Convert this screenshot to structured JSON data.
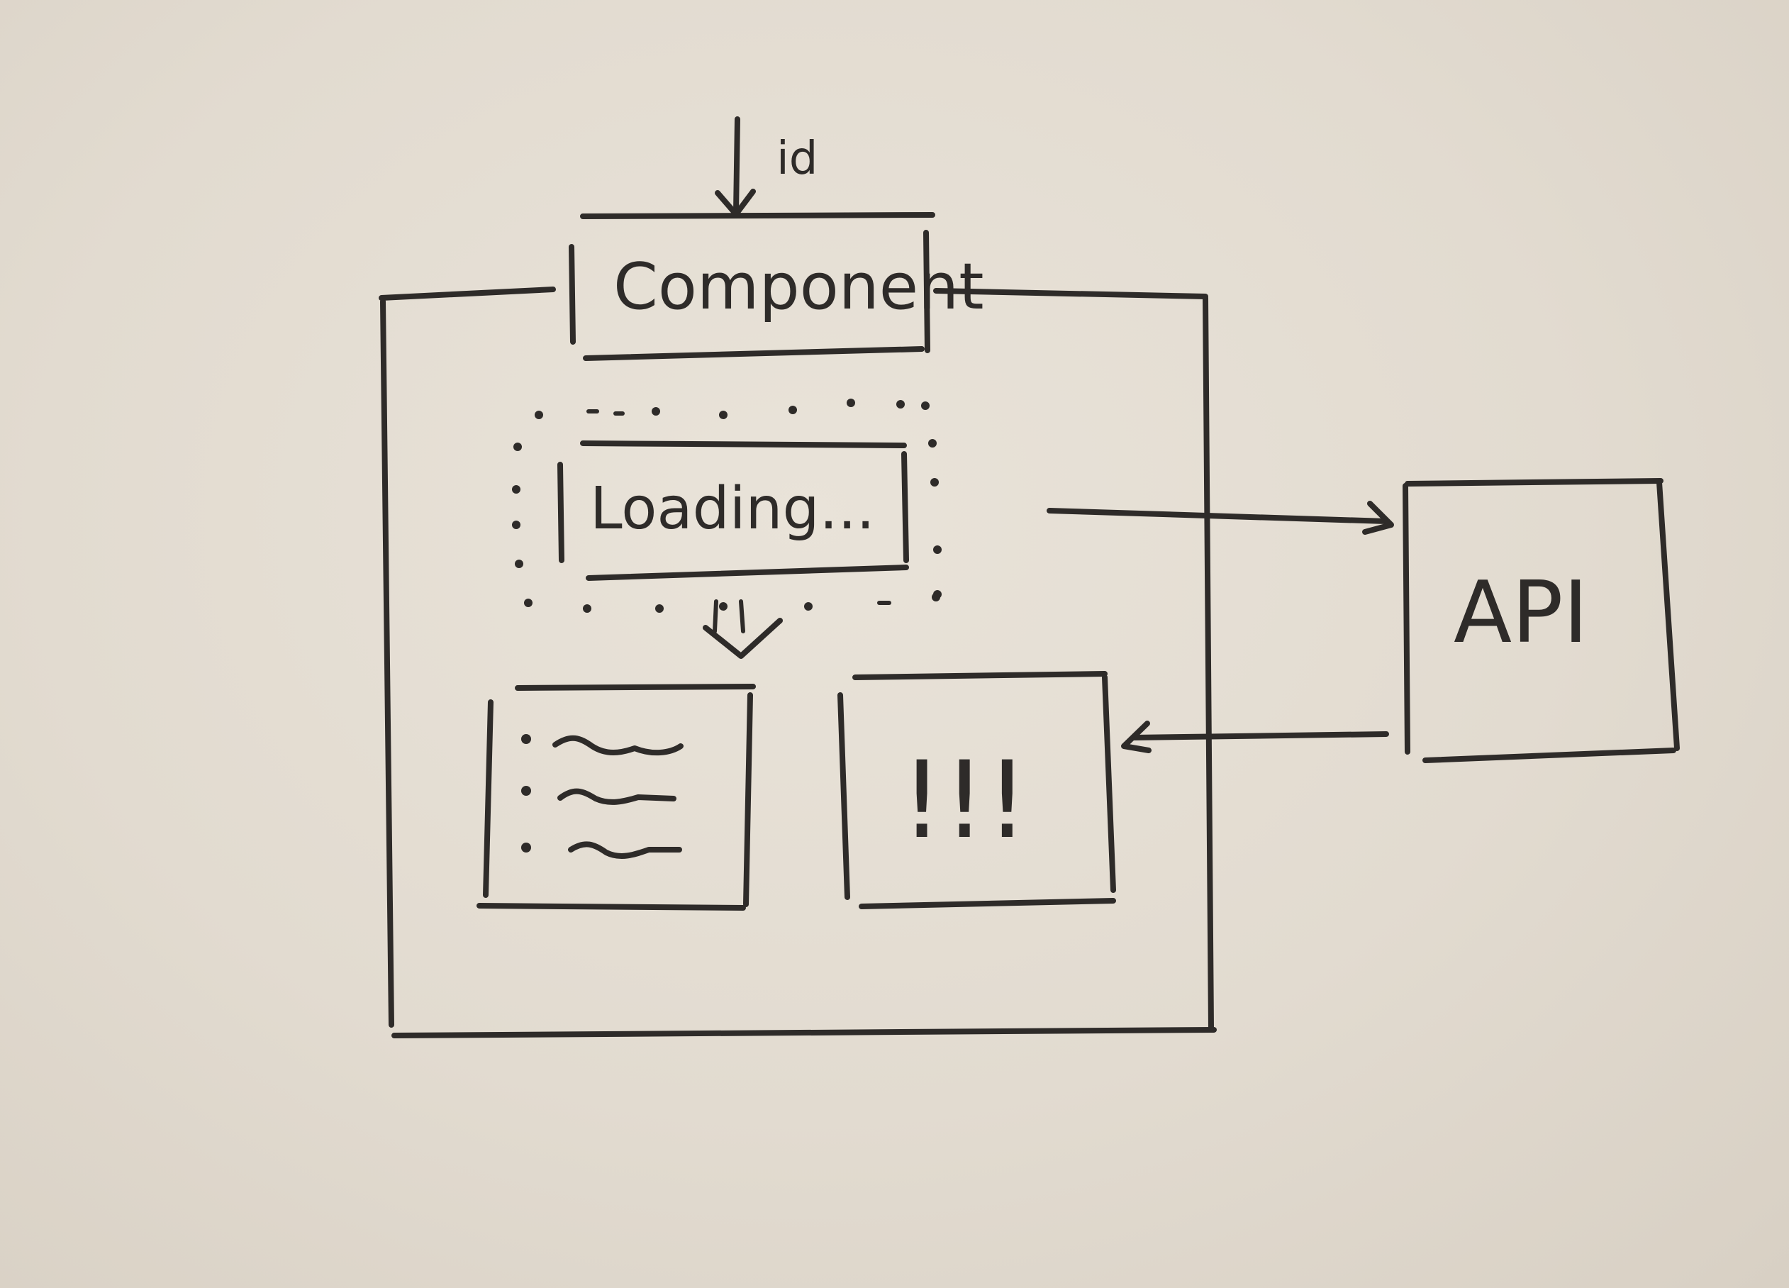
{
  "diagram": {
    "input_label": "id",
    "component_label": "Component",
    "loading_label": "Loading...",
    "api_label": "API",
    "error_label": "!!!"
  },
  "colors": {
    "paper": "#e3dcd1",
    "ink": "#2e2b29"
  }
}
